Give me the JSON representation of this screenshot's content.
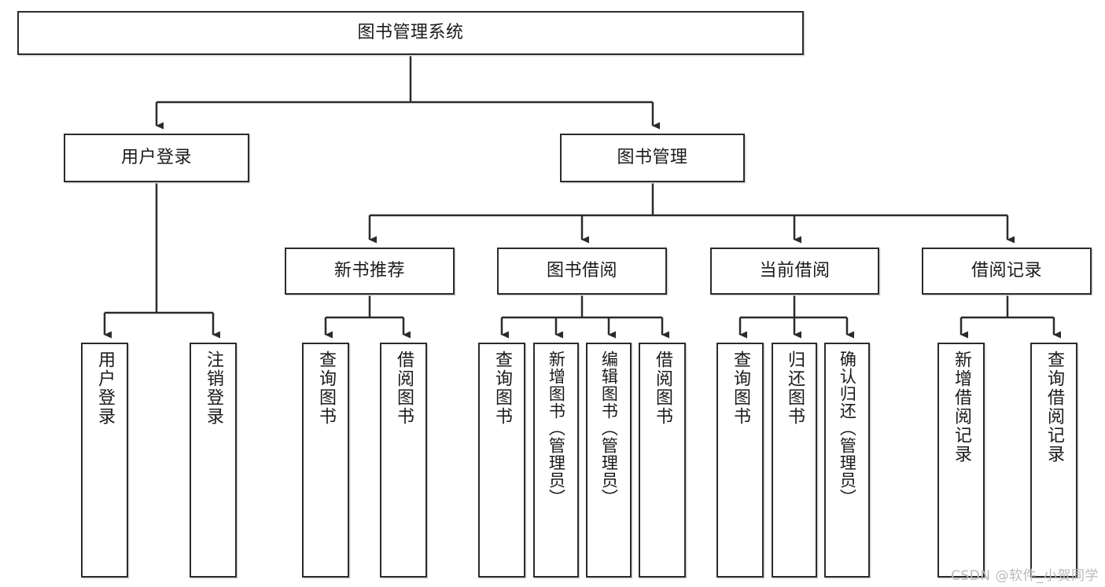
{
  "diagram": {
    "title": "图书管理系统",
    "type": "tree-hierarchy-diagram",
    "colors": {
      "box_border": "#2b2b2b",
      "box_fill": "#ffffff",
      "line": "#2b2b2b",
      "watermark": "#b9b9b9",
      "background": "#ffffff"
    },
    "root": {
      "label": "图书管理系统"
    },
    "level1": [
      {
        "label": "用户登录"
      },
      {
        "label": "图书管理"
      }
    ],
    "level2": [
      {
        "label": "新书推荐"
      },
      {
        "label": "图书借阅"
      },
      {
        "label": "当前借阅"
      },
      {
        "label": "借阅记录"
      }
    ],
    "leaves": {
      "user_login": [
        {
          "label": "用户登录"
        },
        {
          "label": "注销登录"
        }
      ],
      "new_book_recommend": [
        {
          "label": "查询图书"
        },
        {
          "label": "借阅图书"
        }
      ],
      "book_borrow": [
        {
          "label": "查询图书"
        },
        {
          "label": "新增图书（管理员）"
        },
        {
          "label": "编辑图书（管理员）"
        },
        {
          "label": "借阅图书"
        }
      ],
      "current_borrow": [
        {
          "label": "查询图书"
        },
        {
          "label": "归还图书"
        },
        {
          "label": "确认归还（管理员）"
        }
      ],
      "borrow_record": [
        {
          "label": "新增借阅记录"
        },
        {
          "label": "查询借阅记录"
        }
      ]
    }
  },
  "watermark": {
    "text": "CSDN @软件_小贺同学"
  }
}
